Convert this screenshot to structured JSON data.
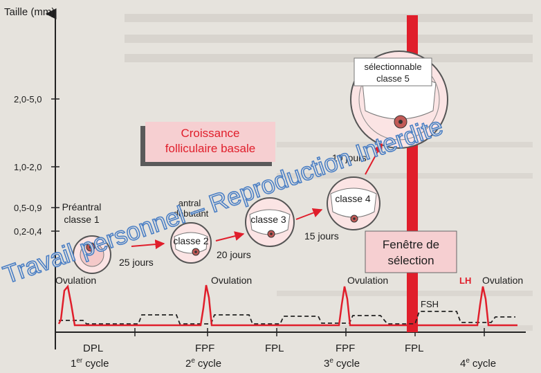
{
  "axis": {
    "ylabel": "Taille (mm)",
    "ticks": [
      "2,0-5,0",
      "1,0-2,0",
      "0,5-0,9",
      "0,2-0,4"
    ]
  },
  "follicles": {
    "preantral": [
      "Préantral",
      "classe 1"
    ],
    "class1_extra": "1",
    "antral_start": [
      "antral",
      "débutant"
    ],
    "class2": "classe 2",
    "class3": "classe 3",
    "class4": "classe 4",
    "selectable": [
      "sélectionnable",
      "classe 5"
    ]
  },
  "durations": {
    "d25": "25 jours",
    "d20": "20 jours",
    "d15": "15 jours",
    "d10": "10 jours"
  },
  "boxes": {
    "basal_growth": [
      "Croissance",
      "folliculaire basale"
    ],
    "selection_window": [
      "Fenêtre de",
      "sélection"
    ]
  },
  "hormones": {
    "ovulation": "Ovulation",
    "lh": "LH",
    "fsh": "FSH"
  },
  "phases": [
    "DPL",
    "FPF",
    "FPL",
    "FPF",
    "FPL"
  ],
  "cycles": [
    {
      "num": "1",
      "sup": "er",
      "word": "cycle"
    },
    {
      "num": "2",
      "sup": "e",
      "word": "cycle"
    },
    {
      "num": "3",
      "sup": "e",
      "word": "cycle"
    },
    {
      "num": "4",
      "sup": "e",
      "word": "cycle"
    }
  ],
  "watermark": "Travail personnel – Reproduction Interdite",
  "colors": {
    "red": "#e01e2b",
    "pink_box": "#f6cfd1",
    "background": "#e9e6e1"
  }
}
